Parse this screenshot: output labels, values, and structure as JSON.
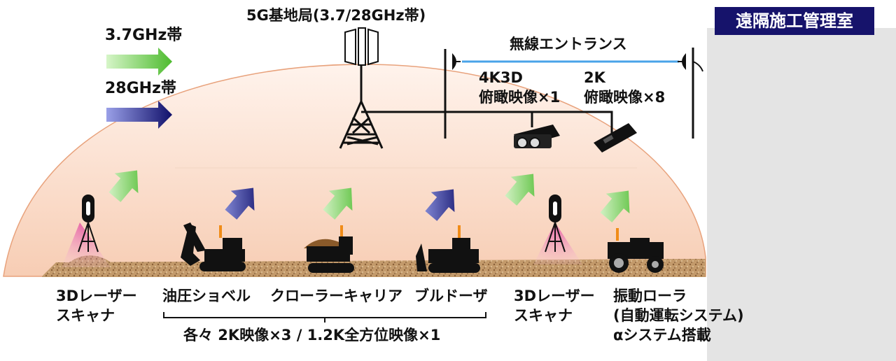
{
  "legend": {
    "band_37": "3.7GHz帯",
    "band_28": "28GHz帯",
    "color_37": "#66cc44",
    "color_28": "#1a1a7a"
  },
  "base_station": "5G基地局(3.7/28GHz帯)",
  "wireless_entrance": "無線エントランス",
  "camera_4k": {
    "line1": "4K3D",
    "line2": "俯瞰映像×1"
  },
  "camera_2k": {
    "line1": "2K",
    "line2": "俯瞰映像×8"
  },
  "control_room": {
    "title": "遠隔施工管理室"
  },
  "machines": {
    "scanner_left": {
      "line1": "3Dレーザー",
      "line2": "スキャナ"
    },
    "excavator": "油圧ショベル",
    "crawler_carrier": "クローラーキャリア",
    "bulldozer": "ブルドーザ",
    "scanner_right": {
      "line1": "3Dレーザー",
      "line2": "スキャナ"
    },
    "roller": {
      "line1": "振動ローラ",
      "line2": "(自動運転システム)",
      "line3": "αシステム搭載"
    }
  },
  "video_note": "各々 2K映像×3 / 1.2K全方位映像×1"
}
